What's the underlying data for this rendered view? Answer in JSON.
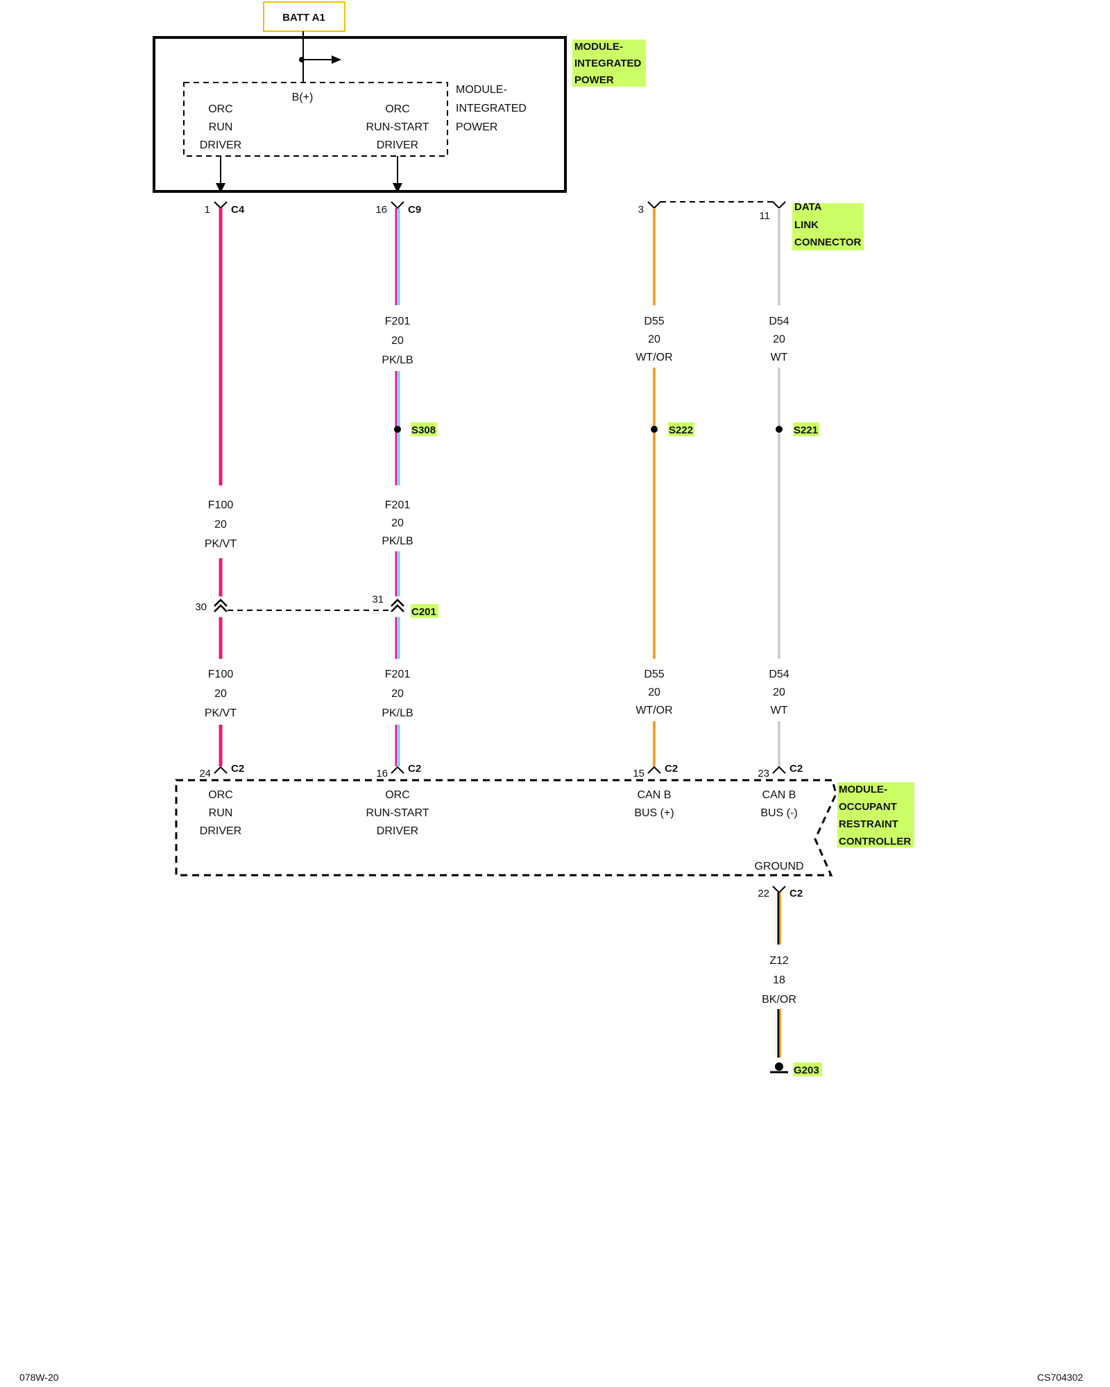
{
  "batt_label": "BATT A1",
  "top_module": {
    "name_lines": [
      "MODULE-",
      "INTEGRATED",
      "POWER"
    ],
    "inner_name_lines": [
      "MODULE-",
      "INTEGRATED",
      "POWER"
    ],
    "bplus": "B(+)",
    "run_driver": [
      "ORC",
      "RUN",
      "DRIVER"
    ],
    "run_start_driver": [
      "ORC",
      "RUN-START",
      "DRIVER"
    ]
  },
  "dlc": {
    "name_lines": [
      "DATA",
      "LINK",
      "CONNECTOR"
    ],
    "pin_d55": "3",
    "pin_d54": "11"
  },
  "top_connectors": {
    "c4": {
      "pin": "1",
      "name": "C4"
    },
    "c9": {
      "pin": "16",
      "name": "C9"
    }
  },
  "wires": {
    "f201_top": [
      "F201",
      "20",
      "PK/LB"
    ],
    "d55_top": [
      "D55",
      "20",
      "WT/OR"
    ],
    "d54_top": [
      "D54",
      "20",
      "WT"
    ],
    "f100_mid": [
      "F100",
      "20",
      "PK/VT"
    ],
    "f201_mid": [
      "F201",
      "20",
      "PK/LB"
    ],
    "f100_bot": [
      "F100",
      "20",
      "PK/VT"
    ],
    "f201_bot": [
      "F201",
      "20",
      "PK/LB"
    ],
    "d55_bot": [
      "D55",
      "20",
      "WT/OR"
    ],
    "d54_bot": [
      "D54",
      "20",
      "WT"
    ],
    "z12": [
      "Z12",
      "18",
      "BK/OR"
    ]
  },
  "splices": {
    "s308": "S308",
    "s222": "S222",
    "s221": "S221"
  },
  "c201": {
    "name": "C201",
    "pin_f100": "30",
    "pin_f201": "31"
  },
  "orc_module": {
    "name_lines": [
      "MODULE-",
      "OCCUPANT",
      "RESTRAINT",
      "CONTROLLER"
    ],
    "run_driver": [
      "ORC",
      "RUN",
      "DRIVER"
    ],
    "run_start_driver": [
      "ORC",
      "RUN-START",
      "DRIVER"
    ],
    "can_plus": [
      "CAN B",
      "BUS (+)"
    ],
    "can_minus": [
      "CAN B",
      "BUS (-)"
    ],
    "ground": "GROUND"
  },
  "bottom_connectors": {
    "pin_f100": "24",
    "pin_f201": "16",
    "pin_d55": "15",
    "pin_d54": "23",
    "pin_gnd": "22",
    "name": "C2"
  },
  "ground_name": "G203",
  "footer": {
    "left": "078W-20",
    "right": "CS704302"
  },
  "colors": {
    "pink": "#f0187a",
    "light_blue": "#66ccff",
    "orange": "#f0a030",
    "white_wire": "#cfcfcf",
    "brown": "#5a2a1a",
    "highlight": "#ccff66",
    "batt_border": "#f0c000"
  }
}
